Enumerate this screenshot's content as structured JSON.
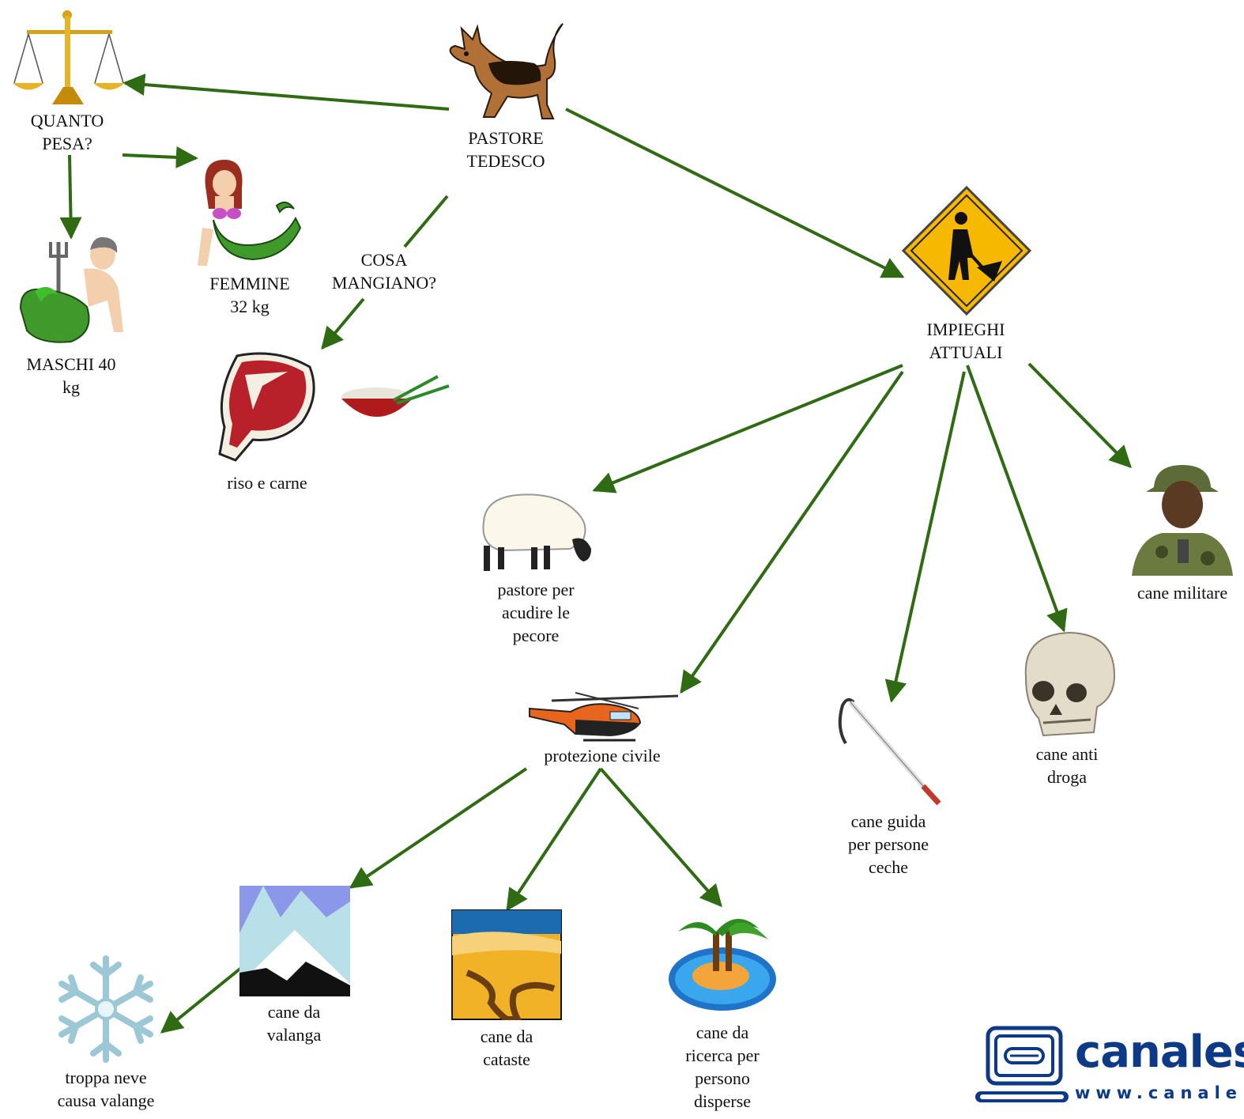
{
  "nodes": {
    "pastore": "PASTORE\nTEDESCO",
    "quanto": "QUANTO\nPESA?",
    "femmine": "FEMMINE\n32 kg",
    "maschi": "MASCHI 40\nkg",
    "cosa": "COSA\nMANGIANO?",
    "riso": "riso e carne",
    "impieghi": "IMPIEGHI\nATTUALI",
    "pecore": "pastore per\nacudire le\npecore",
    "protezione": "protezione civile",
    "guida": "cane guida\nper persone\nceche",
    "droga": "cane anti\ndroga",
    "militare": "cane militare",
    "valanga": "cane da\nvalanga",
    "cataste": "cane da\ncataste",
    "ricerca": "cane da\nricerca per\npersono\ndisperse",
    "neve": "troppa neve\ncausa valange"
  },
  "logo": {
    "brand": "canales",
    "url": "www.canale"
  },
  "colors": {
    "arrow": "#2e6b12",
    "text": "#111111",
    "logo": "#0d3a86"
  },
  "icons": [
    "balance-scale-icon",
    "german-shepherd-dog-icon",
    "mermaid-icon",
    "merman-trident-icon",
    "steak-icon",
    "rice-bowl-icon",
    "construction-sign-icon",
    "sheep-icon",
    "helicopter-icon",
    "white-cane-icon",
    "skull-icon",
    "soldier-icon",
    "snowy-mountain-icon",
    "desert-canyon-icon",
    "palm-island-icon",
    "snowflake-icon",
    "computer-logo-icon"
  ]
}
